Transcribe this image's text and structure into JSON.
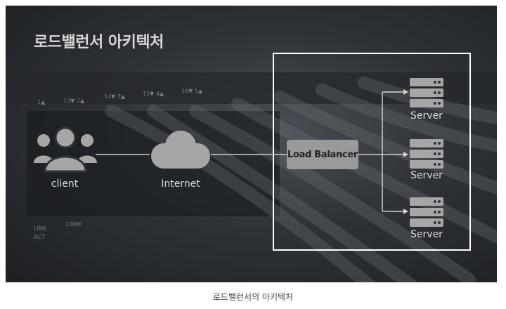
{
  "title": "로드밸런서 아키텍처",
  "caption": "로드밸런서의 아키텍처",
  "nodes": {
    "client": "client",
    "internet": "Internet",
    "load_balancer": "Load Balancer",
    "servers": [
      "Server",
      "Server",
      "Server"
    ]
  },
  "background_text": [
    "1▲",
    "13▼ 2▲",
    "14▼ 3▲",
    "15▼ 4▲",
    "16▼ 5▲",
    "LINK",
    "ACT",
    "100M"
  ],
  "colors": {
    "icon": "#a6a6a6",
    "label": "#d8d8d8",
    "frame": "#ffffff",
    "lb_fill": "#9a9a9a"
  }
}
